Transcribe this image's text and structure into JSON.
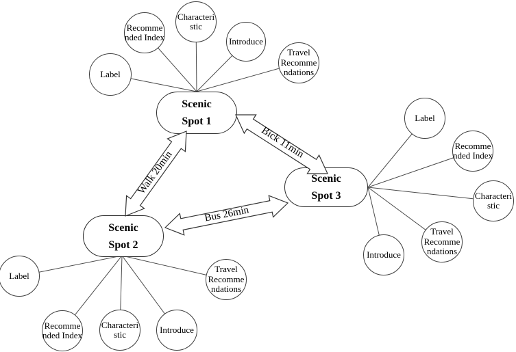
{
  "spots": {
    "spot1": {
      "text": "Scenic Spot 1",
      "lines": [
        "Scenic",
        "Spot 1"
      ]
    },
    "spot2": {
      "text": "Scenic Spot 2",
      "lines": [
        "Scenic",
        "Spot 2"
      ]
    },
    "spot3": {
      "text": "Scenic Spot 3",
      "lines": [
        "Scenic",
        "Spot 3"
      ]
    }
  },
  "attributes": {
    "label": {
      "text": "Label",
      "lines": [
        "Label"
      ]
    },
    "recommended_index": {
      "text": "Recommended Index",
      "lines": [
        "Recomme",
        "nded Index"
      ]
    },
    "characteristic": {
      "text": "Characteristic",
      "lines": [
        "Characteri",
        "stic"
      ]
    },
    "introduce": {
      "text": "Introduce",
      "lines": [
        "Introduce"
      ]
    },
    "travel_recommendations": {
      "text": "Travel Recommendations",
      "lines": [
        "Travel",
        "Recomme",
        "ndations"
      ]
    }
  },
  "routes": {
    "walk": {
      "label": "Walk 20min",
      "between": [
        "Scenic Spot 2",
        "Scenic Spot 1"
      ]
    },
    "bick": {
      "label": "Bick 11min",
      "between": [
        "Scenic Spot 1",
        "Scenic Spot 3"
      ]
    },
    "bus": {
      "label": "Bus 26min",
      "between": [
        "Scenic Spot 2",
        "Scenic Spot 3"
      ]
    }
  },
  "spot_satellites": [
    "label",
    "recommended_index",
    "characteristic",
    "introduce",
    "travel_recommendations"
  ],
  "colors": {
    "background": "#ffffff",
    "connector_line": "#4a4a4a",
    "node_border": "#2e2e2e",
    "text": "#000000"
  }
}
